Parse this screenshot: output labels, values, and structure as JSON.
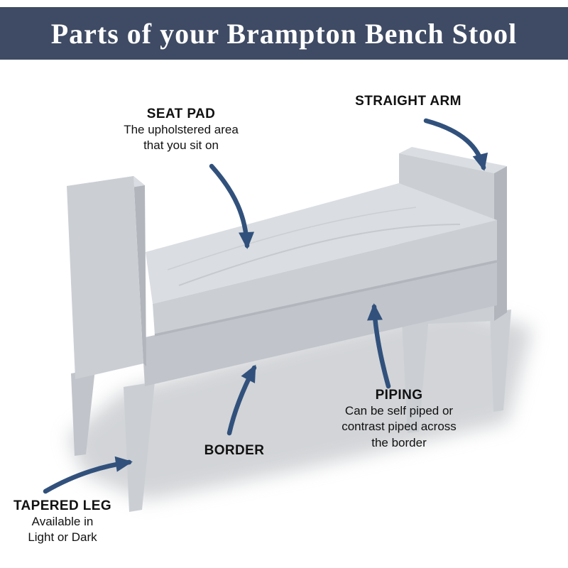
{
  "header": {
    "title": "Parts of your Brampton Bench Stool"
  },
  "labels": {
    "seat_pad": {
      "title": "SEAT PAD",
      "desc1": "The upholstered area",
      "desc2": "that you sit on"
    },
    "straight_arm": {
      "title": "STRAIGHT ARM"
    },
    "border": {
      "title": "BORDER"
    },
    "piping": {
      "title": "PIPING",
      "desc1": "Can be self piped or",
      "desc2": "contrast piped across",
      "desc3": "the border"
    },
    "tapered_leg": {
      "title": "TAPERED LEG",
      "desc1": "Available in",
      "desc2": "Light or Dark"
    }
  },
  "colors": {
    "banner_bg": "#3f4b64",
    "banner_text": "#ffffff",
    "label_text": "#111111",
    "arrow": "#31517c",
    "bench_light": "#dadde1",
    "bench_mid": "#cbcfd4",
    "bench_mid2": "#c1c5cb",
    "bench_dark": "#b2b6bc",
    "bench_shadow": "#a6aab0",
    "page_bg": "#ffffff"
  }
}
